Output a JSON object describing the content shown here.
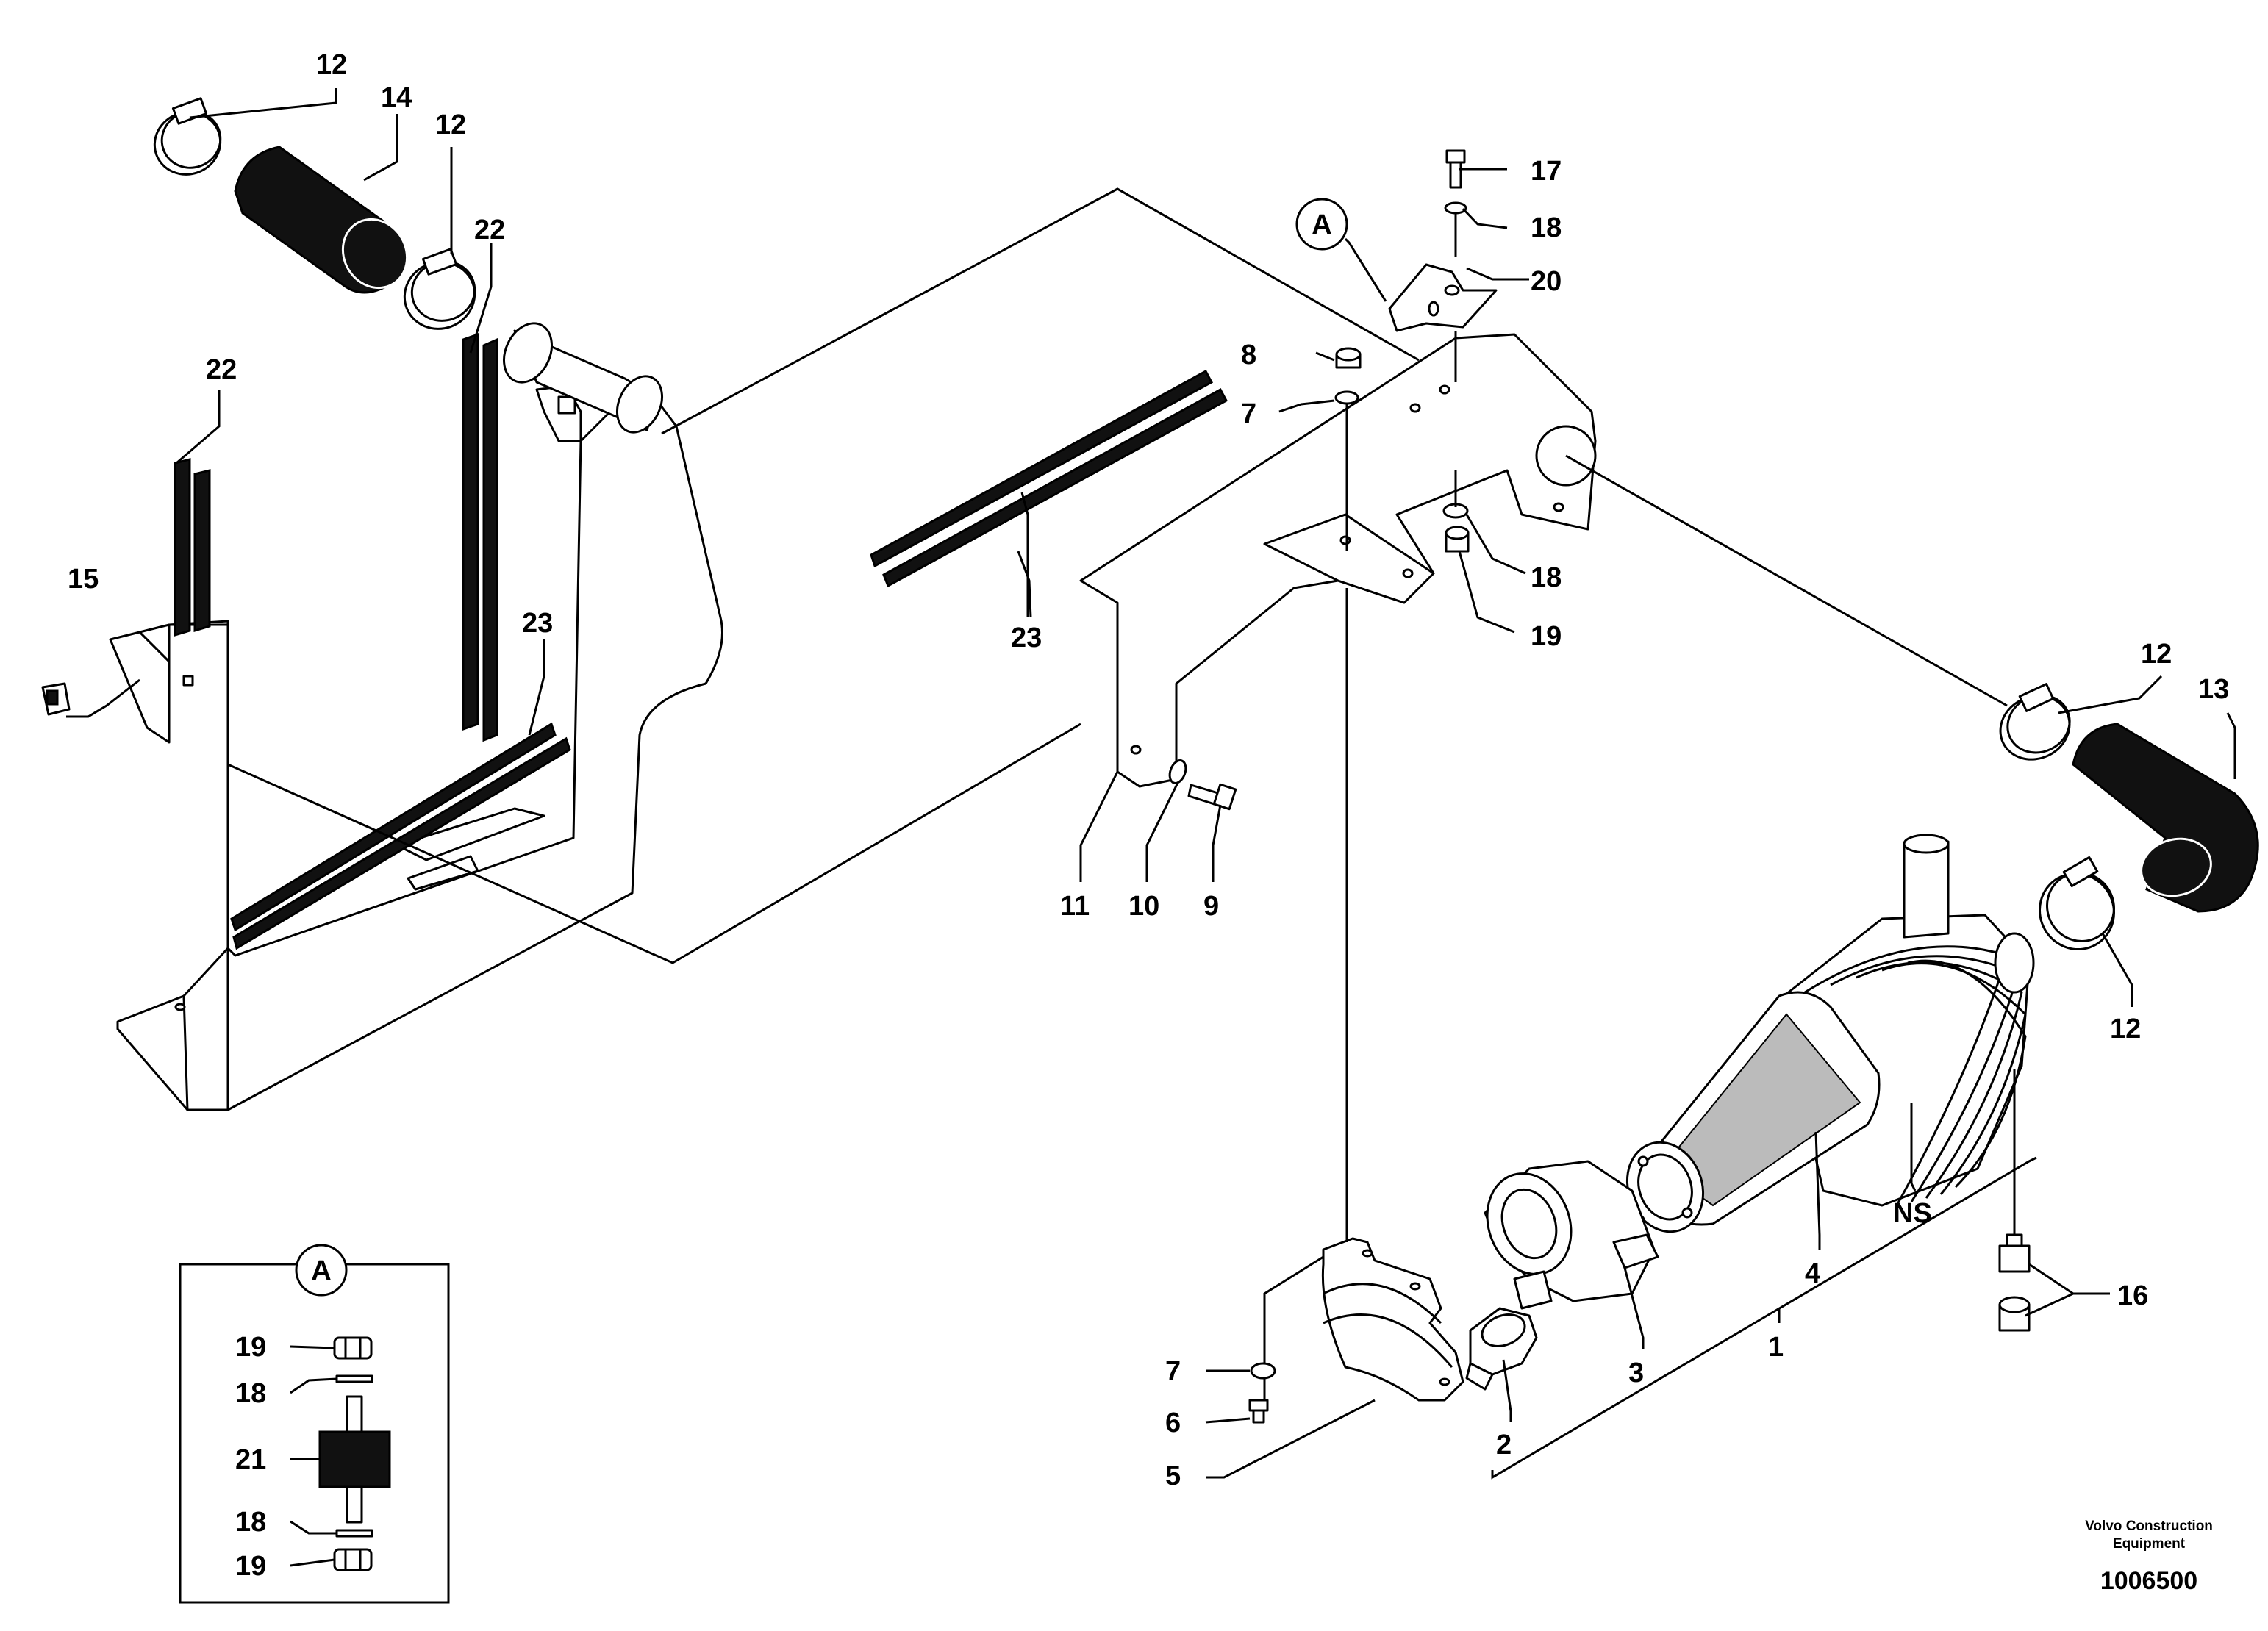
{
  "callouts": {
    "c12a": "12",
    "c14": "14",
    "c12b": "12",
    "c22a": "22",
    "c22b": "22",
    "c15": "15",
    "c23a": "23",
    "cA_top": "A",
    "c17": "17",
    "c18a": "18",
    "c20": "20",
    "c8": "8",
    "c7a": "7",
    "c23b": "23",
    "c18b": "18",
    "c19a": "19",
    "c11": "11",
    "c10": "10",
    "c9": "9",
    "c12c": "12",
    "c13": "13",
    "c12d": "12",
    "cNS": "NS",
    "c4": "4",
    "c16": "16",
    "c1": "1",
    "c3": "3",
    "c2": "2",
    "c7b": "7",
    "c6": "6",
    "c5": "5"
  },
  "inset": {
    "title": "A",
    "labels": {
      "i19a": "19",
      "i18a": "18",
      "i21": "21",
      "i18b": "18",
      "i19b": "19"
    }
  },
  "footer": {
    "company_line1": "Volvo Construction",
    "company_line2": "Equipment",
    "drawing_number": "1006500"
  }
}
